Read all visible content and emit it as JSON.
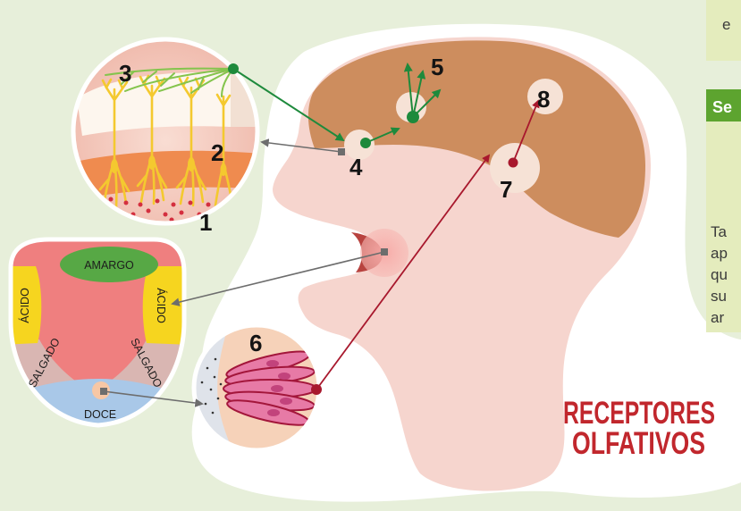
{
  "figure": {
    "callouts": [
      "1",
      "2",
      "3",
      "4",
      "5",
      "6",
      "7",
      "8"
    ],
    "tongue_zones": {
      "bitter": "AMARGO",
      "sour_left": "ÁCIDO",
      "sour_right": "ÁCIDO",
      "salty_left": "SALGADO",
      "salty_right": "SALGADO",
      "sweet": "DOCE"
    },
    "caption": [
      "RECEPTORES",
      "OLFATIVOS"
    ]
  },
  "sidebar": {
    "top_fragment": "e",
    "header_fragment": "Se",
    "body_fragments": [
      "Ta",
      "ap",
      "qu",
      "su",
      "ar"
    ]
  },
  "colors": {
    "background": "#e7efda",
    "skin": "#f6d5ce",
    "brain": "#cd8d5e",
    "olfactory_path": "#1e8a3c",
    "gustatory_path": "#a8182d",
    "caption": "#c1272d",
    "sidebar_header": "#5da42f",
    "sidebar_box": "#e4ecbd"
  }
}
